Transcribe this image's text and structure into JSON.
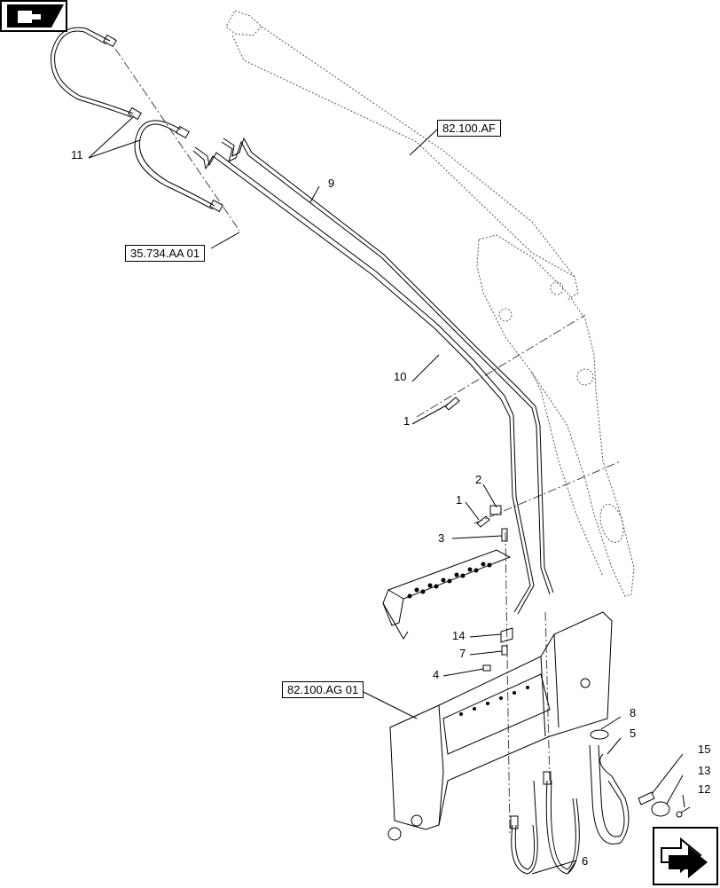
{
  "references": {
    "top_right": "82.100.AF",
    "left": "35.734.AA 01",
    "lower_left": "82.100.AG 01"
  },
  "callouts": {
    "c11": "11",
    "c9": "9",
    "c10": "10",
    "c1a": "1",
    "c2": "2",
    "c1b": "1",
    "c3": "3",
    "c14": "14",
    "c7": "7",
    "c4": "4",
    "c8": "8",
    "c5": "5",
    "c15": "15",
    "c13": "13",
    "c12": "12",
    "c6": "6"
  },
  "icons": {
    "top_left": "book-with-arrow-icon",
    "bottom_right": "next-page-arrow-icon"
  }
}
